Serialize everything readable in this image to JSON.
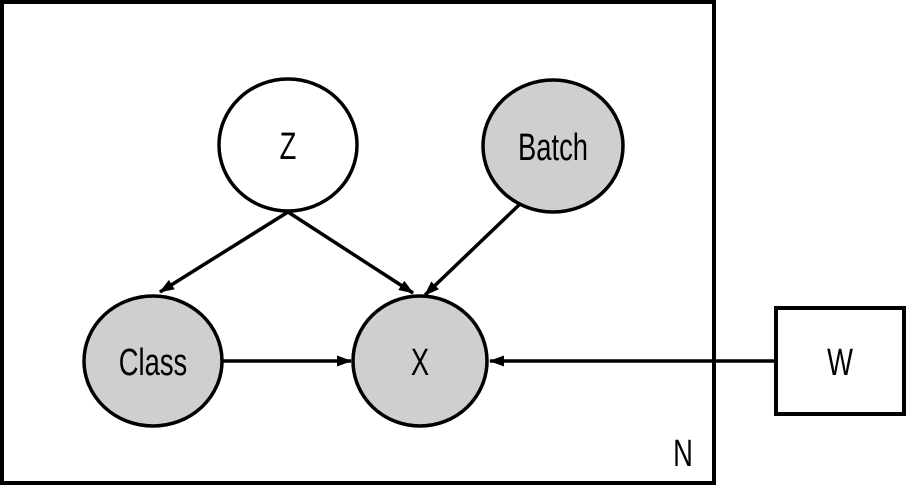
{
  "diagram": {
    "type": "graphical-model-plate-notation",
    "plate": {
      "label": "N"
    },
    "nodes": {
      "z": {
        "label": "Z",
        "shape": "ellipse",
        "fill": "#ffffff",
        "observed": false
      },
      "batch": {
        "label": "Batch",
        "shape": "ellipse",
        "fill": "#d0cece",
        "observed": true
      },
      "class": {
        "label": "Class",
        "shape": "ellipse",
        "fill": "#d0cece",
        "observed": true
      },
      "x": {
        "label": "X",
        "shape": "ellipse",
        "fill": "#d0cece",
        "observed": true
      },
      "w": {
        "label": "W",
        "shape": "rectangle",
        "fill": "#ffffff",
        "inside_plate": false
      }
    },
    "edges": [
      {
        "from": "Z",
        "to": "Class"
      },
      {
        "from": "Z",
        "to": "X"
      },
      {
        "from": "Batch",
        "to": "X"
      },
      {
        "from": "Class",
        "to": "X"
      },
      {
        "from": "W",
        "to": "X"
      }
    ],
    "colors": {
      "stroke": "#000000",
      "shaded_node_fill": "#d0cece",
      "unshaded_node_fill": "#ffffff",
      "background": "#ffffff"
    }
  }
}
